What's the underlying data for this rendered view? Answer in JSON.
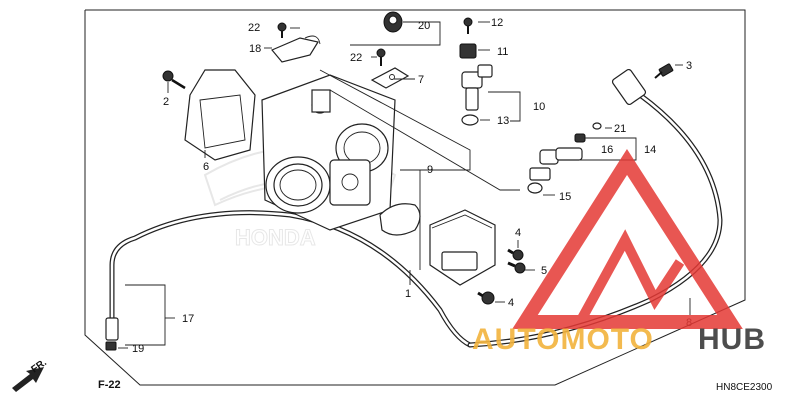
{
  "labels": {
    "l1": "1",
    "l2": "2",
    "l3": "3",
    "l4a": "4",
    "l4b": "4",
    "l5": "5",
    "l6": "6",
    "l7": "7",
    "l8": "8",
    "l9": "9",
    "l10": "10",
    "l11": "11",
    "l12": "12",
    "l13": "13",
    "l14": "14",
    "l15": "15",
    "l16": "16",
    "l17": "17",
    "l18": "18",
    "l19": "19",
    "l20": "20",
    "l21": "21",
    "l22a": "22",
    "l22b": "22"
  },
  "reference": "F-22",
  "front_marker": "FR.",
  "diagram_code": "HN8CE2300",
  "watermark": {
    "part1": "AUTOMOTO",
    "part2": "HUB",
    "color1": "#f2b33d",
    "color2": "#3a3a3a",
    "logo_color": "#e53935"
  },
  "ghost_brand": "HONDA"
}
